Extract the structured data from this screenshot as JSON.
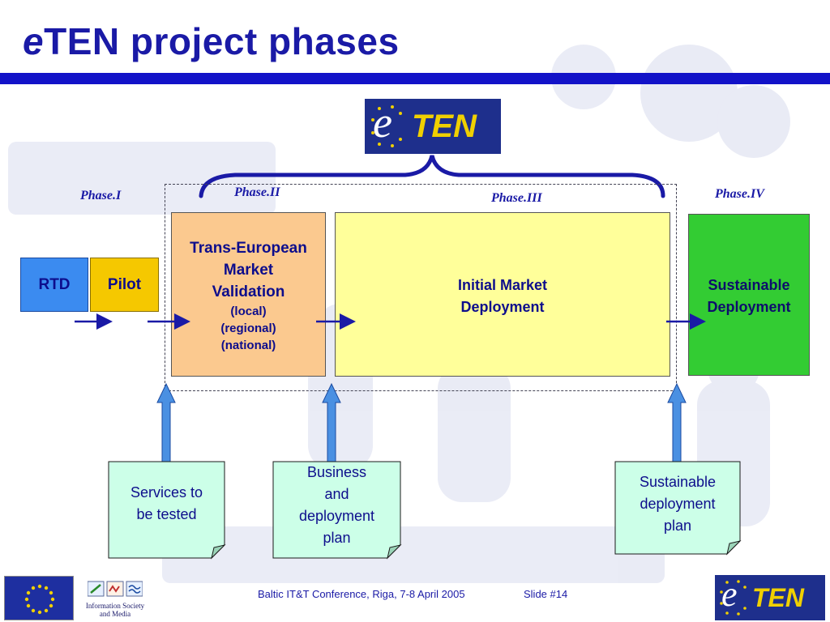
{
  "header": {
    "title_e": "e",
    "title_rest": "TEN project phases"
  },
  "logos": {
    "top_logo": {
      "e": "e",
      "text": "TEN"
    },
    "bottom_logo": {
      "e": "e",
      "text": "TEN"
    },
    "ism_logo": {
      "line1": "Information Society",
      "line2": "and Media"
    }
  },
  "phases": {
    "phase1": "Phase.I",
    "phase2": "Phase.II",
    "phase3": "Phase.III",
    "phase4": "Phase.IV"
  },
  "boxes": {
    "rtd": "RTD",
    "pilot": "Pilot",
    "validation_line1": "Trans-European",
    "validation_line2": "Market",
    "validation_line3": "Validation",
    "validation_local": "(local)",
    "validation_regional": "(regional)",
    "validation_national": "(national)",
    "initial_line1": "Initial Market",
    "initial_line2": "Deployment",
    "sustainable_line1": "Sustainable",
    "sustainable_line2": "Deployment"
  },
  "notes": {
    "services_line1": "Services to",
    "services_line2": "be tested",
    "business_line1": "Business",
    "business_line2": "and",
    "business_line3": "deployment",
    "business_line4": "plan",
    "sustainable_plan_line1": "Sustainable",
    "sustainable_plan_line2": "deployment",
    "sustainable_plan_line3": "plan"
  },
  "footer": {
    "conference": "Baltic IT&T Conference, Riga, 7-8 April 2005",
    "slide_number": "Slide #14"
  },
  "colors": {
    "title_blue": "#1a1aa6",
    "rule_blue": "#1212c8",
    "rtd_blue": "#3b8bf0",
    "pilot_yellow": "#f5c800",
    "validation_orange": "#fbc98f",
    "initial_yellow": "#ffff9a",
    "sustainable_green": "#33cc33",
    "note_mint": "#ccffe8",
    "arrow_blue": "#4a90e2"
  }
}
